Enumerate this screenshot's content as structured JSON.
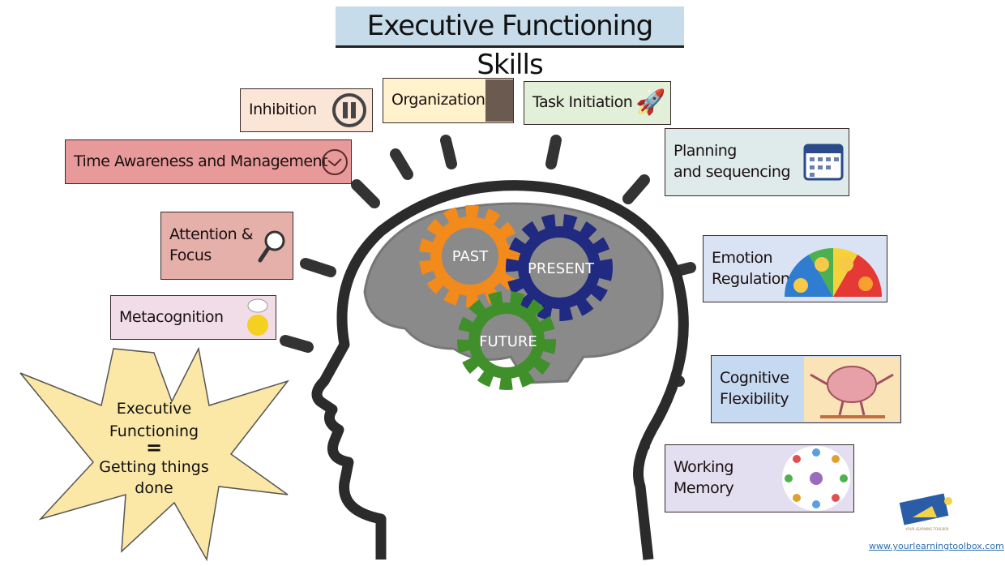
{
  "title": "Executive Functioning Skills",
  "skills": {
    "inhibition": "Inhibition",
    "organization": "Organization",
    "task_initiation": "Task Initiation",
    "time": "Time Awareness and Management",
    "planning_1": "Planning",
    "planning_2": "and sequencing",
    "attention_1": "Attention &",
    "attention_2": "Focus",
    "emotion_1": "Emotion",
    "emotion_2": "Regulation",
    "metacognition": "Metacognition",
    "cognitive_1": "Cognitive",
    "cognitive_2": "Flexibility",
    "working_1": "Working",
    "working_2": "Memory"
  },
  "gears": {
    "past": "PAST",
    "present": "PRESENT",
    "future": "FUTURE"
  },
  "burst": {
    "line1": "Executive",
    "line2": "Functioning",
    "eq": "=",
    "line3": "Getting things",
    "line4": "done"
  },
  "footer": {
    "logo_text": "YOUR LEARNING TOOLBOX",
    "url": "www.yourlearningtoolbox.com"
  }
}
